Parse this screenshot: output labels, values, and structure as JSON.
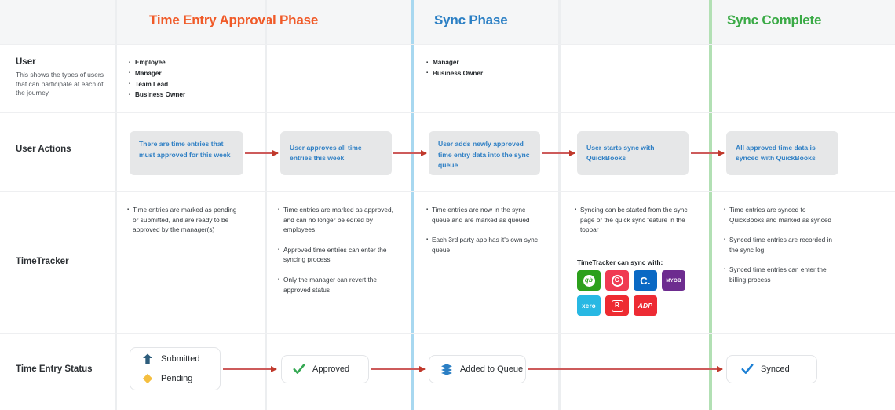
{
  "phases": [
    {
      "id": "approval",
      "label": "Time Entry Approval Phase",
      "color": "#f05a28"
    },
    {
      "id": "sync",
      "label": "Sync Phase",
      "color": "#2b7fc4"
    },
    {
      "id": "complete",
      "label": "Sync Complete",
      "color": "#3aaa46"
    }
  ],
  "rows": [
    {
      "id": "user",
      "label": "User",
      "sub": "This shows the types of users that can participate at each of the journey"
    },
    {
      "id": "actions",
      "label": "User Actions",
      "sub": ""
    },
    {
      "id": "timetracker",
      "label": "TimeTracker",
      "sub": ""
    },
    {
      "id": "status",
      "label": "Time Entry Status",
      "sub": ""
    }
  ],
  "user_row": {
    "col1": [
      "Employee",
      "Manager",
      "Team Lead",
      "Business Owner"
    ],
    "col3": [
      "Manager",
      "Business Owner"
    ]
  },
  "user_actions": [
    {
      "id": "a1",
      "text": "There are time entries that must approved for this week"
    },
    {
      "id": "a2",
      "text": "User approves all time entries this week"
    },
    {
      "id": "a3",
      "text": "User adds newly approved time entry data into the sync queue"
    },
    {
      "id": "a4",
      "text": "User starts sync with QuickBooks"
    },
    {
      "id": "a5",
      "text": "All approved time data is synced with QuickBooks"
    }
  ],
  "timetracker": {
    "col1": [
      "Time entries are marked as pending or submitted, and are ready to be approved by the manager(s)"
    ],
    "col2": [
      "Time entries are marked as approved, and can no longer be edited by employees",
      "Approved time entries can enter the syncing process",
      "Only the manager can revert the approved status"
    ],
    "col3": [
      "Time entries are now in the sync queue and are marked as queued",
      "Each 3rd party app has it's own sync queue"
    ],
    "col4": [
      "Syncing can be started from the sync page or the quick sync feature in the topbar"
    ],
    "col5": [
      "Time entries are synced to QuickBooks and marked as synced",
      "Synced time entries are recorded in the sync log",
      "Synced time entries can enter the billing process"
    ],
    "sync_with_label": "TimeTracker can sync with:",
    "apps": [
      {
        "id": "quickbooks",
        "name": "QuickBooks",
        "mark": "qb",
        "bg": "#2ca01c"
      },
      {
        "id": "gusto",
        "name": "Gusto",
        "mark": "G",
        "bg": "#f03a52"
      },
      {
        "id": "clio",
        "name": "Clio",
        "mark": "C.",
        "bg": "#0a69c4"
      },
      {
        "id": "myob",
        "name": "MYOB",
        "mark": "MYOB",
        "bg": "#6d2c8f"
      },
      {
        "id": "xero",
        "name": "Xero",
        "mark": "xero",
        "bg": "#28b8e3"
      },
      {
        "id": "rippling",
        "name": "Rippling",
        "mark": "R",
        "bg": "#ee2b31"
      },
      {
        "id": "adp",
        "name": "ADP",
        "mark": "ADP",
        "bg": "#ed2b34"
      }
    ]
  },
  "status_boxes": [
    {
      "id": "s1",
      "items": [
        {
          "icon": "arrow-up-icon",
          "label": "Submitted",
          "color": "#2d5d7c"
        },
        {
          "icon": "diamond-icon",
          "label": "Pending",
          "color": "#f5bf3f"
        }
      ]
    },
    {
      "id": "s2",
      "items": [
        {
          "icon": "check-green-icon",
          "label": "Approved",
          "color": "#35a853"
        }
      ]
    },
    {
      "id": "s3",
      "items": [
        {
          "icon": "stack-icon",
          "label": "Added to Queue",
          "color": "#2b7fc4"
        }
      ]
    },
    {
      "id": "s4",
      "items": [
        {
          "icon": "check-blue-icon",
          "label": "Synced",
          "color": "#1b7fd4"
        }
      ]
    }
  ]
}
